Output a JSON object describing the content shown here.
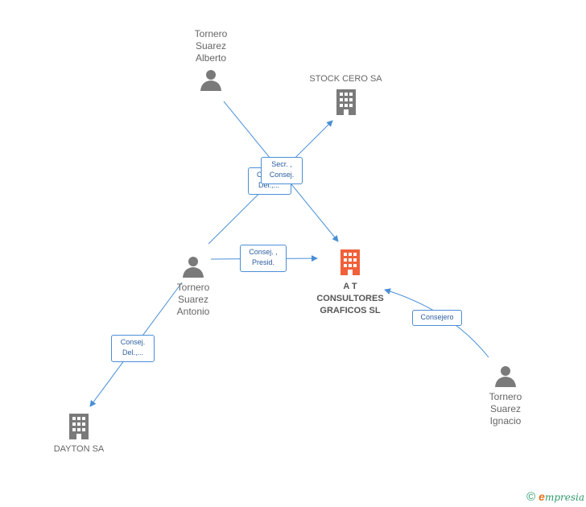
{
  "nodes": {
    "alberto": {
      "lines": [
        "Tornero",
        "Suarez",
        "Alberto"
      ],
      "icon": "person-icon"
    },
    "stock_cero": {
      "lines": [
        "STOCK CERO SA"
      ],
      "icon": "building-icon"
    },
    "main_company": {
      "lines": [
        "A T",
        "CONSULTORES",
        "GRAFICOS SL"
      ],
      "icon": "building-icon",
      "color": "#f0603a"
    },
    "antonio": {
      "lines": [
        "Tornero",
        "Suarez",
        "Antonio"
      ],
      "icon": "person-icon"
    },
    "ignacio": {
      "lines": [
        "Tornero",
        "Suarez",
        "Ignacio"
      ],
      "icon": "person-icon"
    },
    "dayton": {
      "lines": [
        "DAYTON SA"
      ],
      "icon": "building-icon"
    }
  },
  "edge_labels": {
    "alberto_secr": [
      "Secr. ,",
      "Consej."
    ],
    "antonio_stock": [
      "C",
      "Del.,..."
    ],
    "antonio_main": [
      "Consej. ,",
      "Presid."
    ],
    "antonio_dayton": [
      "Consej.",
      "Del.,..."
    ],
    "ignacio_main": [
      "Consejero"
    ]
  },
  "colors": {
    "edge": "#4a8fd6",
    "icon_gray": "#7a7a7a",
    "main_accent": "#f0603a"
  },
  "footer": {
    "copyright": "©",
    "brand_initial": "e",
    "brand_rest": "mpresia"
  }
}
